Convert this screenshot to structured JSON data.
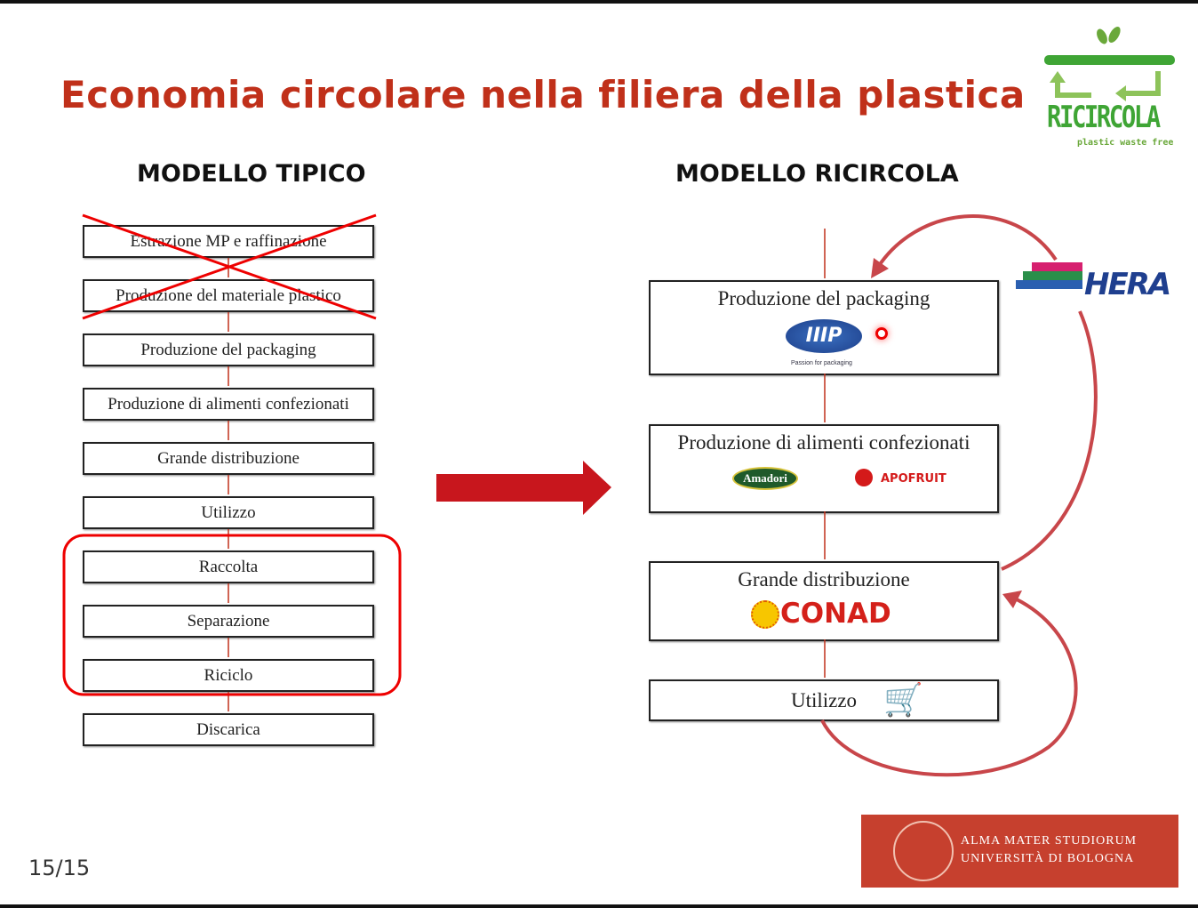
{
  "slide": {
    "title": "Economia circolare nella filiera della plastica",
    "page": "15/15"
  },
  "logo": {
    "name": "RICIRCOLA",
    "tagline": "plastic waste free"
  },
  "left": {
    "heading": "MODELLO TIPICO",
    "steps": [
      "Estrazione MP e raffinazione",
      "Produzione del materiale plastico",
      "Produzione del packaging",
      "Produzione di alimenti confezionati",
      "Grande distribuzione",
      "Utilizzo",
      "Raccolta",
      "Separazione",
      "Riciclo",
      "Discarica"
    ]
  },
  "right": {
    "heading": "MODELLO RICIRCOLA",
    "steps": [
      {
        "label": "Produzione del packaging",
        "brands": [
          "IIIP",
          "Passion for packaging"
        ]
      },
      {
        "label": "Produzione di alimenti confezionati",
        "brands": [
          "Amadori",
          "APOFRUIT"
        ]
      },
      {
        "label": "Grande distribuzione",
        "brands": [
          "CONAD"
        ]
      },
      {
        "label": "Utilizzo"
      }
    ],
    "partner": "HERA"
  },
  "footer": {
    "line1": "ALMA MATER STUDIORUM",
    "line2": "UNIVERSITÀ DI BOLOGNA"
  },
  "colors": {
    "accent": "#c0301a",
    "green": "#3fa535",
    "footer": "#c6402e"
  }
}
